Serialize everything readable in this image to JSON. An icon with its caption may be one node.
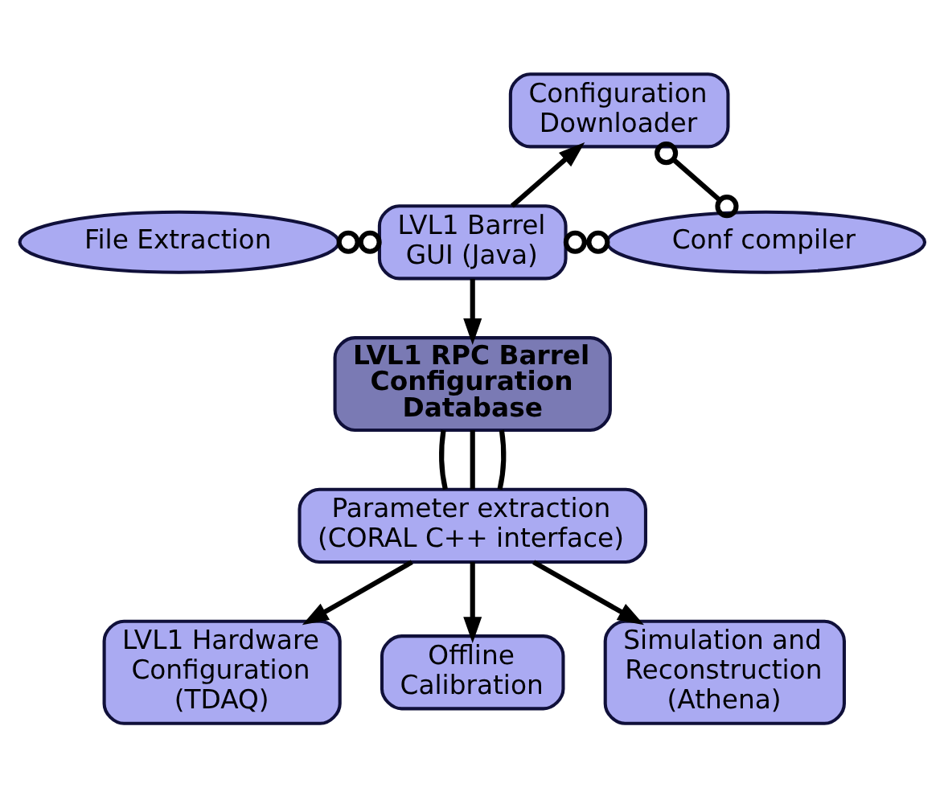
{
  "diagram": {
    "nodes": [
      {
        "text": [
          "Configuration Downloader"
        ]
      },
      {
        "text": [
          "File Extraction"
        ]
      },
      {
        "text": [
          "LVL1 Barrel GUI (Java)"
        ]
      },
      {
        "text": [
          "Conf compiler"
        ]
      },
      {
        "text": [
          "LVL1 RPC Barrel Configuration Database"
        ]
      },
      {
        "text": [
          "Parameter extraction (CORAL C++ interface)"
        ]
      },
      {
        "text": [
          "LVL1 Hardware Configuration (TDAQ)"
        ]
      },
      {
        "text": [
          "Offline Calibration"
        ]
      },
      {
        "text": [
          "Simulation and Reconstruction (Athena)"
        ]
      }
    ],
    "edges": [
      {
        "from": 2,
        "to": 0,
        "arrow": "to"
      },
      {
        "from": 1,
        "to": 2,
        "arrow": "other"
      },
      {
        "from": 0,
        "to": 3,
        "arrow": "other"
      },
      {
        "from": 2,
        "to": 3,
        "arrow": "other"
      },
      {
        "from": 2,
        "to": 4,
        "arrow": "to"
      },
      {
        "from": 4,
        "to": 5,
        "arrow": "none"
      },
      {
        "from": 4,
        "to": 5,
        "arrow": "none"
      },
      {
        "from": 4,
        "to": 5,
        "arrow": "none"
      },
      {
        "from": 5,
        "to": 6,
        "arrow": "to"
      },
      {
        "from": 5,
        "to": 7,
        "arrow": "to"
      },
      {
        "from": 5,
        "to": 8,
        "arrow": "to"
      }
    ]
  }
}
